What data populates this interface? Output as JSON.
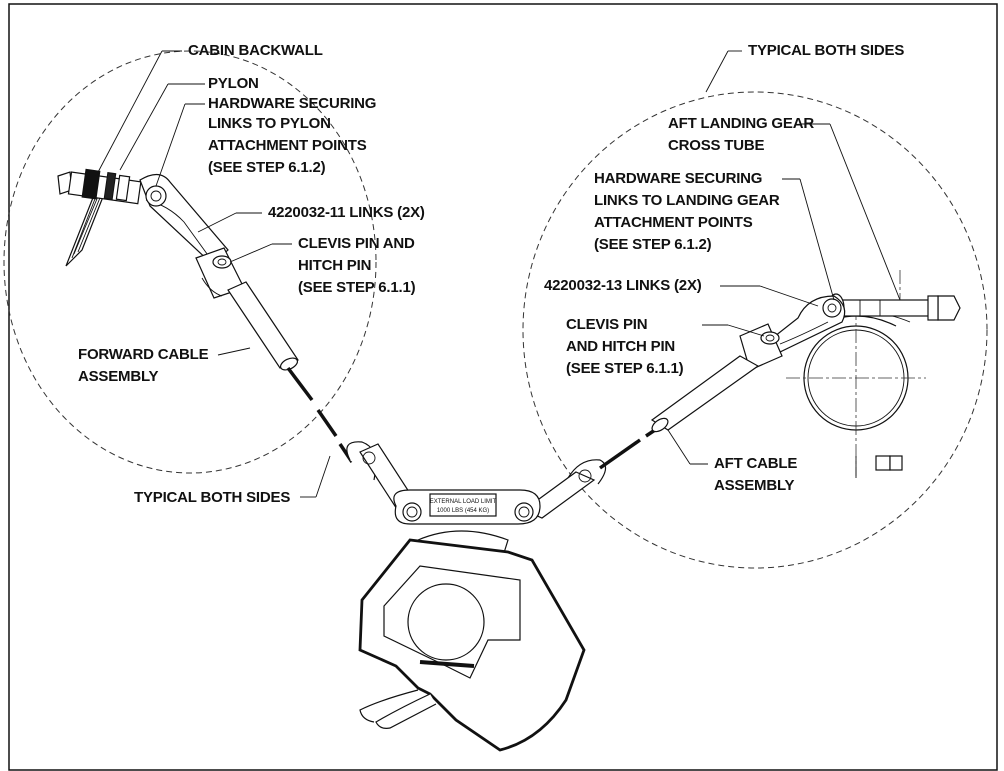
{
  "labels": {
    "cabin_backwall": "CABIN BACKWALL",
    "pylon": "PYLON",
    "hw_pylon_1": "HARDWARE SECURING",
    "hw_pylon_2": "LINKS TO PYLON",
    "hw_pylon_3": "ATTACHMENT POINTS",
    "hw_pylon_4": "(SEE STEP 6.1.2)",
    "links_11": "4220032-11 LINKS (2X)",
    "clevis_left_1": "CLEVIS PIN AND",
    "clevis_left_2": "HITCH PIN",
    "clevis_left_3": "(SEE STEP 6.1.1)",
    "fwd_cable_1": "FORWARD CABLE",
    "fwd_cable_2": "ASSEMBLY",
    "typical_left": "TYPICAL BOTH SIDES",
    "typical_right": "TYPICAL BOTH SIDES",
    "aft_gear_1": "AFT LANDING GEAR",
    "aft_gear_2": "CROSS TUBE",
    "hw_gear_1": "HARDWARE SECURING",
    "hw_gear_2": "LINKS TO LANDING GEAR",
    "hw_gear_3": "ATTACHMENT POINTS",
    "hw_gear_4": "(SEE STEP 6.1.2)",
    "links_13": "4220032-13 LINKS (2X)",
    "clevis_right_1": "CLEVIS PIN",
    "clevis_right_2": "AND HITCH PIN",
    "clevis_right_3": "(SEE STEP 6.1.1)",
    "aft_cable_1": "AFT CABLE",
    "aft_cable_2": "ASSEMBLY",
    "plate_1": "EXTERNAL LOAD LIMIT",
    "plate_2": "1000 LBS (454 KG)"
  },
  "colors": {
    "line": "#111111",
    "background": "#ffffff"
  }
}
